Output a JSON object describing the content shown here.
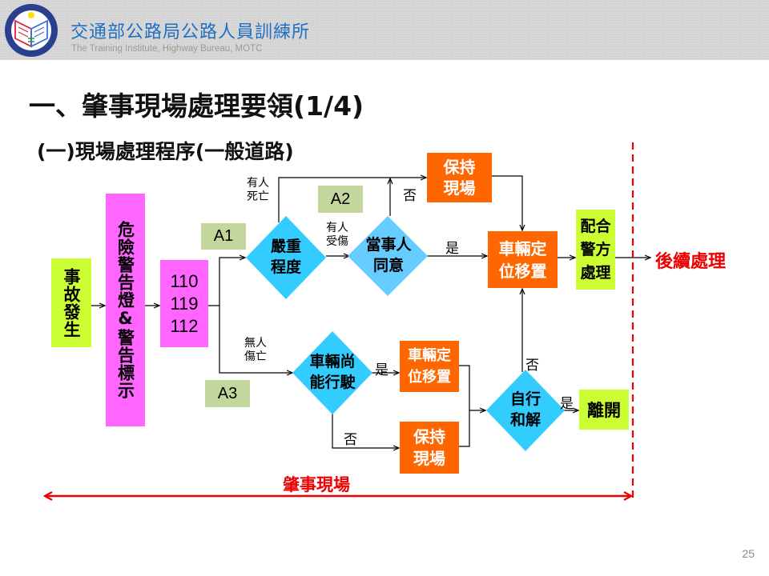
{
  "header": {
    "org_name_zh": "交通部公路局公路人員訓練所",
    "org_name_en": "The Training Institute, Highway Bureau,  MOTC",
    "logo_icon": "institute-seal-logo"
  },
  "slide": {
    "title": "一、肇事現場處理要領(1/4)",
    "subtitle": "(一)現場處理程序(一般道路)",
    "page_number": "25"
  },
  "flowchart": {
    "nodes": {
      "accident": "事故發生",
      "warning": "危險警告燈&警告標示",
      "call": [
        "110",
        "119",
        "112"
      ],
      "severity": [
        "嚴重",
        "程度"
      ],
      "consent": [
        "當事人",
        "同意"
      ],
      "keep_scene_top": [
        "保持",
        "現場"
      ],
      "relocate_main": [
        "車輛定",
        "位移置"
      ],
      "police": [
        "配合",
        "警方",
        "處理"
      ],
      "followup": "後續處理",
      "drivable": [
        "車輛尚",
        "能行駛"
      ],
      "relocate_small": [
        "車輛定",
        "位移置"
      ],
      "keep_scene_bottom": [
        "保持",
        "現場"
      ],
      "settle": [
        "自行",
        "和解"
      ],
      "leave": "離開"
    },
    "tags": {
      "a1": "A1",
      "a2": "A2",
      "a3": "A3"
    },
    "edge_labels": {
      "death": [
        "有人",
        "死亡"
      ],
      "injury": [
        "有人",
        "受傷"
      ],
      "no_casualty": [
        "無人",
        "傷亡"
      ],
      "consent_no": "否",
      "consent_yes": "是",
      "drivable_yes": "是",
      "drivable_no": "否",
      "settle_no": "否",
      "settle_yes": "是"
    },
    "scene_label": "肇事現場",
    "colors": {
      "lime": "#ccff33",
      "pink": "#ff66ff",
      "orange": "#ff6600",
      "olive": "#c3d69b",
      "diamond_cyan": "#33ccff",
      "diamond_light": "#66ccff",
      "red": "#ee0000"
    }
  }
}
